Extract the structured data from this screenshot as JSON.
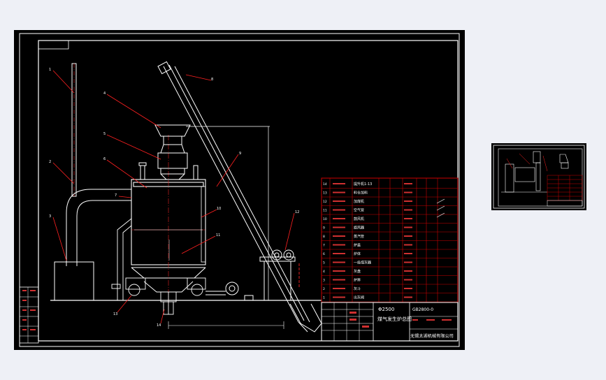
{
  "title_block": {
    "main_title_line1": "Φ2500",
    "main_title_line2": "煤气发生炉总图",
    "drawing_number": "GB2800-0",
    "company": "无锡太湖机械有限公司"
  },
  "callouts": [
    "1",
    "2",
    "3",
    "4",
    "5",
    "6",
    "7",
    "8",
    "9",
    "10",
    "11",
    "12",
    "13",
    "14"
  ],
  "bom_rows": [
    {
      "no": "14",
      "name": "提升机1-13"
    },
    {
      "no": "13",
      "name": "料仓加料"
    },
    {
      "no": "12",
      "name": "加煤机"
    },
    {
      "no": "11",
      "name": "空气管"
    },
    {
      "no": "10",
      "name": "鼓风机"
    },
    {
      "no": "9",
      "name": "旋风器"
    },
    {
      "no": "8",
      "name": "蒸汽管"
    },
    {
      "no": "7",
      "name": "炉盖"
    },
    {
      "no": "6",
      "name": "炉体"
    },
    {
      "no": "5",
      "name": "一级煤灰器"
    },
    {
      "no": "4",
      "name": "灰盘"
    },
    {
      "no": "3",
      "name": "炉箅"
    },
    {
      "no": "2",
      "name": "灰斗"
    },
    {
      "no": "1",
      "name": "出灰阀"
    }
  ],
  "colors": {
    "frame": "#ffffff",
    "bom_line": "#cc0000",
    "leader": "#ff2020",
    "center": "#e02020"
  }
}
